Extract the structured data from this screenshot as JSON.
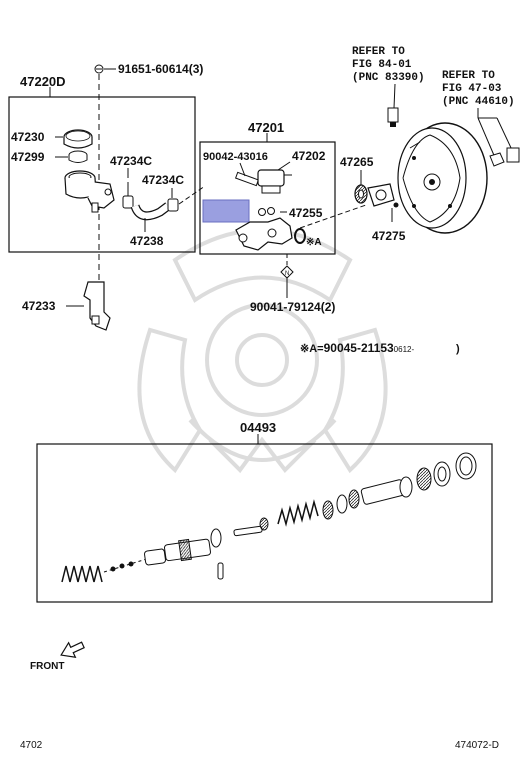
{
  "refs": {
    "ref_84": [
      "REFER TO",
      "FIG 84-01",
      "(PNC 83390)"
    ],
    "ref_47": [
      "REFER TO",
      "FIG 47-03",
      "(PNC 44610)"
    ]
  },
  "labels": {
    "bolt_top": "91651-60614(3)",
    "reservoir_group": "47220D",
    "cap": "47230",
    "strainer": "47299",
    "hose_clip_a": "47234C",
    "hose_clip_b": "47234C",
    "hose": "47238",
    "bracket": "47233",
    "master_cyl_group": "47201",
    "plug_a": "90042-43016",
    "reservoir_grommet": "47202",
    "seal": "47255",
    "note_a_marker": "※A",
    "gasket": "47265",
    "spacer": "47275",
    "nut_bottom": "90041-79124(2)",
    "kit_group": "04493",
    "front": "FRONT"
  },
  "note": {
    "prefix": "※A=",
    "part": "90045-21153",
    "date": "0612-",
    "suffix": ")"
  },
  "footer": {
    "left": "4702",
    "right": "474072-D"
  },
  "colors": {
    "line": "#111111",
    "highlight": "#9a9fe0",
    "watermark": "#d6d6d6"
  }
}
